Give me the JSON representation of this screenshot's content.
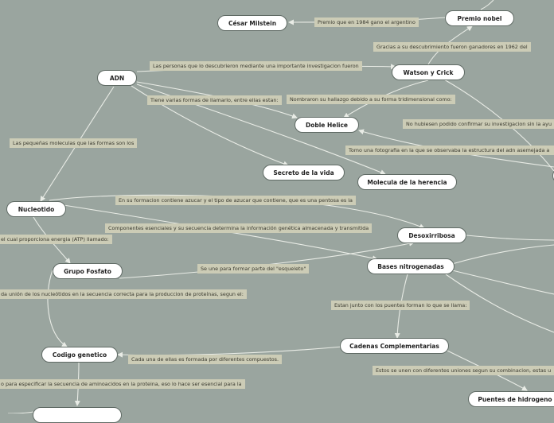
{
  "nodes": {
    "adn": "ADN",
    "cesar_milstein": "César Milstein",
    "premio_nobel": "Premio nobel",
    "watson_crick": "Watson y Crick",
    "doble_helice": "Doble Helice",
    "secreto_vida": "Secreto de la vida",
    "molecula_herencia": "Molecula de la herencia",
    "nucleotido": "Nucleotido",
    "desoxirribosa": "Desoxirribosa",
    "grupo_fosfato": "Grupo Fosfato",
    "bases_nitrogenadas": "Bases nitrogenadas",
    "codigo_genetico": "Codigo genetico",
    "cadenas_complementarias": "Cadenas Complementarias",
    "puentes_hidrogeno": "Puentes de hidrogeno",
    "partial_bottom": ""
  },
  "labels": {
    "premio_1984": "Premio que en 1984 gano el argentino",
    "gracias_1962": "Gracias a su descubrimiento fueron ganadores en 1962 del",
    "las_personas": "Las personas que lo descubrieron mediante una importante investigacion fueron",
    "tiene_varias": "Tiene varias formas de llamarlo, entre ellas estan:",
    "nombraron": "Nombraron su hallazgo debido a su forma tridimensional como:",
    "no_hubiesen": "No hubiesen podido confirmar su investigacion sin la ayu",
    "tomo_foto": "Tomo una fotografia en la que se observaba la estructura del adn asemejada a",
    "pequenas": "Las pequeñas moleculas que las formas son los",
    "formacion": "En su formacion contiene azucar y el tipo de azucar que contiene, que es una pentosa es la",
    "componentes": "Componentes esenciales y su secuencia determina la información genética almacenada y transmitida",
    "atp": "el cual proporciona energia (ATP) llamado:",
    "esqueleto": "Se une para formar parte del \"esqueleto\"",
    "union_nucleotidos": "da unión de los nucleótidos en la secuencia correcta para la produccion de proteínas, segun el:",
    "junto_puentes": "Estan junto con los puentes forman lo que se llama:",
    "cada_una": "Cada una de ellas es formada por diferentes compuestos.",
    "se_unen": "Estos se unen con diferentes uniones segun su combinacion, estas u",
    "especificar": "o para especificar la secuencia de aminoacidos en la proteina, eso lo hace ser esencial para la"
  }
}
